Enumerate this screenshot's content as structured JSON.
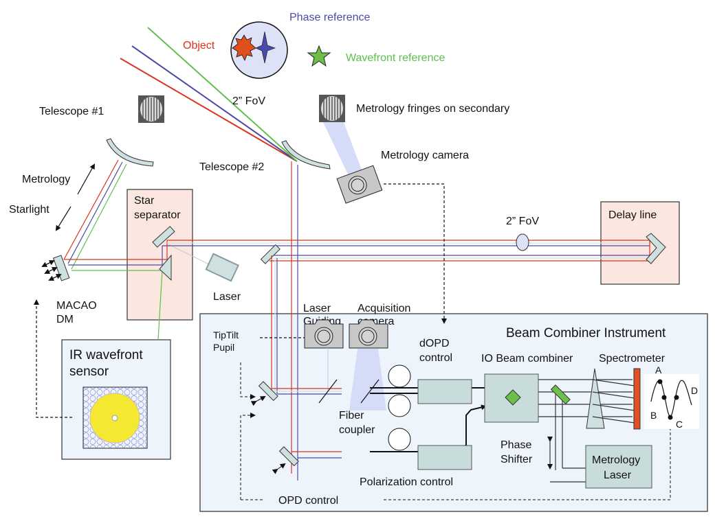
{
  "colors": {
    "object": "#e0301e",
    "phase_reference": "#4a4aa8",
    "wavefront_reference": "#5cc04a",
    "optic_fill": "#cfe0e0",
    "module_fill_pink": "#fbe6e0",
    "module_fill_blue": "#eef4fc",
    "box_fill": "#c8dcdc",
    "detector": "#e05020",
    "camera": "#c8c8c8",
    "beam_cone": "#d4dcf8",
    "wfs_yellow": "#f4e830"
  },
  "sky": {
    "object_label": "Object",
    "phase_reference_label": "Phase reference",
    "wavefront_reference_label": "Wavefront reference",
    "fov_label": "2” FoV"
  },
  "telescopes": {
    "t1_label": "Telescope #1",
    "t2_label": "Telescope #2",
    "metrology_fringes_label": "Metrology fringes on secondary",
    "metrology_camera_label": "Metrology camera",
    "metrology_arrow_label": "Metrology",
    "starlight_arrow_label": "Starlight"
  },
  "modules": {
    "star_separator_line1": "Star",
    "star_separator_line2": "separator",
    "laser_label": "Laser",
    "macao_line1": "MACAO",
    "macao_line2": "DM",
    "irwfs_line1": "IR wavefront",
    "irwfs_line2": "sensor",
    "delay_line_label": "Delay line",
    "delay_fov_label": "2” FoV"
  },
  "bci": {
    "title": "Beam Combiner Instrument",
    "laser_guiding_line1": "Laser",
    "laser_guiding_line2": "Guiding",
    "acq_camera_line1": "Acquisition",
    "acq_camera_line2": "camera",
    "tiptilt_line1": "TipTilt",
    "tiptilt_line2": "Pupil",
    "dopd_line1": "dOPD",
    "dopd_line2": "control",
    "io_combiner_label": "IO Beam combiner",
    "spectrometer_label": "Spectrometer",
    "fiber_coupler_line1": "Fiber",
    "fiber_coupler_line2": "coupler",
    "phase_shifter_line1": "Phase",
    "phase_shifter_line2": "Shifter",
    "metrology_laser_line1": "Metrology",
    "metrology_laser_line2": "Laser",
    "polarization_label": "Polarization control",
    "opd_control_label": "OPD control",
    "fringe_points": [
      "A",
      "B",
      "C",
      "D"
    ]
  }
}
